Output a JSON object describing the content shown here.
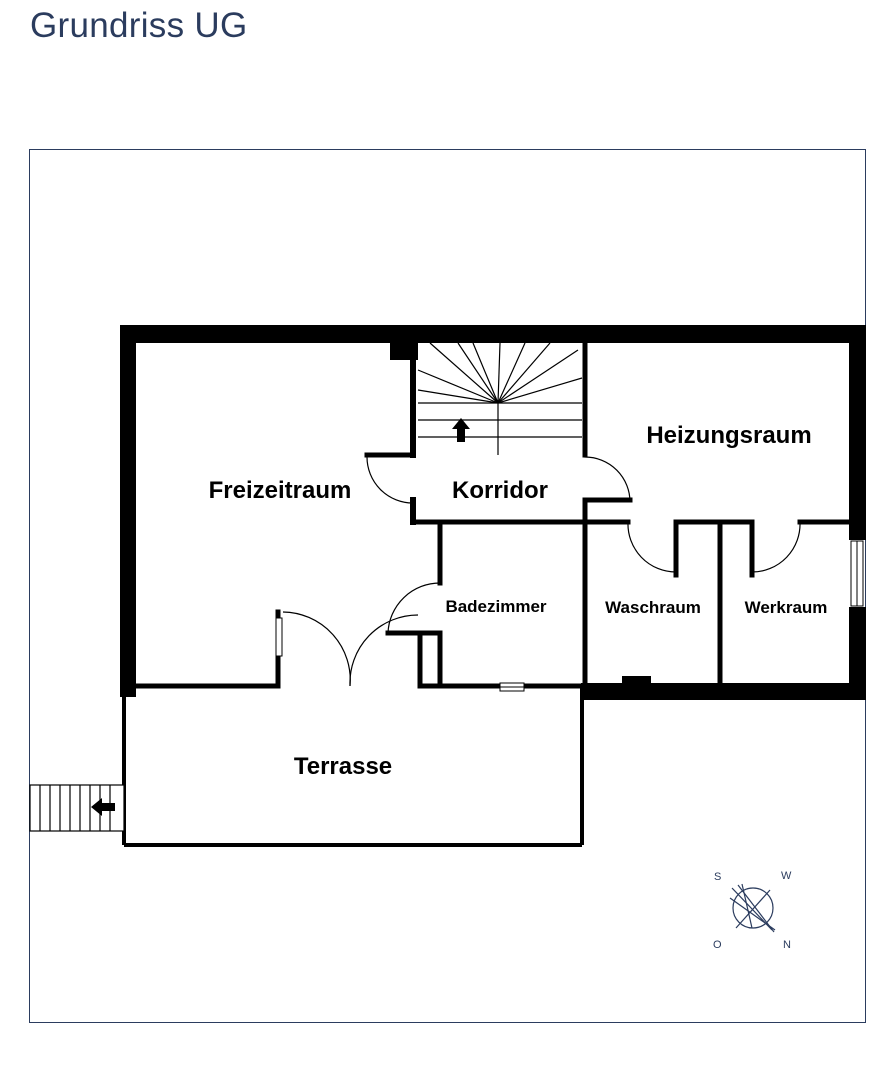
{
  "page": {
    "title": "Grundriss UG"
  },
  "rooms": {
    "freizeitraum": "Freizeitraum",
    "korridor": "Korridor",
    "heizungsraum": "Heizungsraum",
    "badezimmer": "Badezimmer",
    "waschraum": "Waschraum",
    "werkraum": "Werkraum",
    "terrasse": "Terrasse"
  },
  "compass": {
    "s": "S",
    "w": "W",
    "o": "O",
    "n": "N"
  },
  "colors": {
    "title": "#2b3c5e",
    "wall": "#000000",
    "compass": "#2b3c5e"
  }
}
